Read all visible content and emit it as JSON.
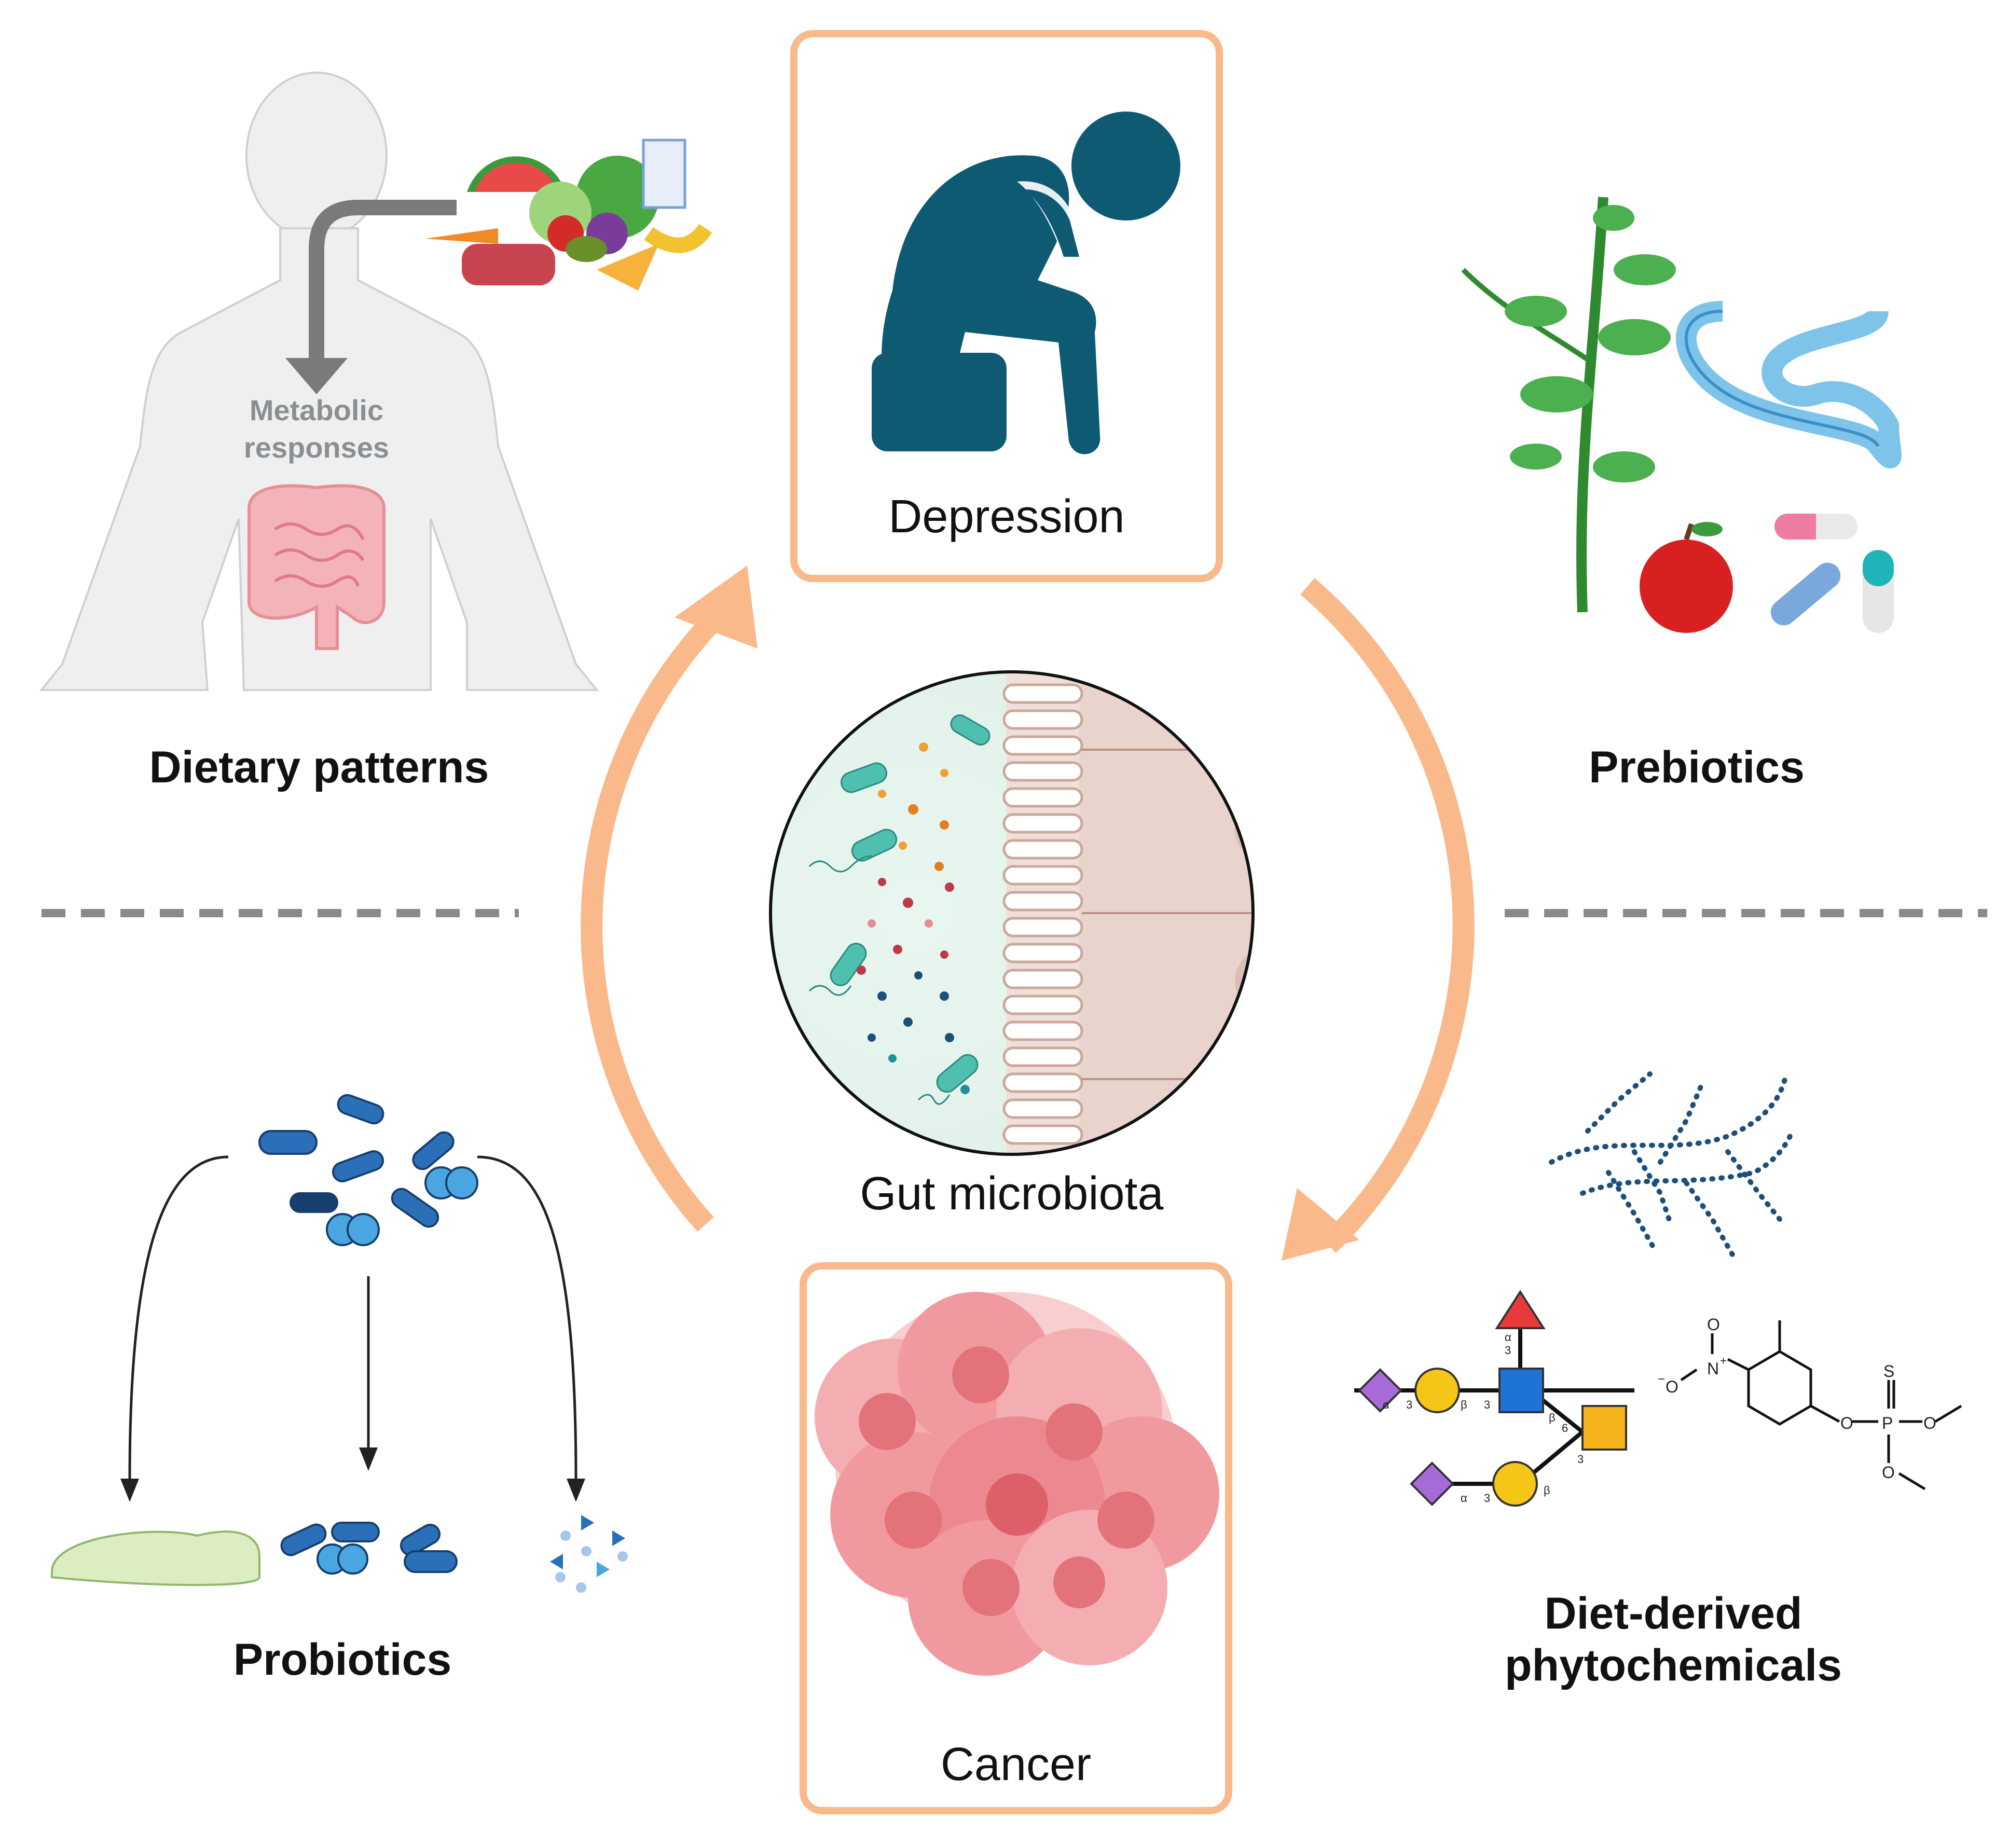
{
  "center": {
    "label": "Gut microbiota"
  },
  "boxes": {
    "top": {
      "label": "Depression"
    },
    "bottom": {
      "label": "Cancer"
    }
  },
  "quadrants": {
    "top_left": {
      "title": "Dietary patterns",
      "sub_line1": "Metabolic",
      "sub_line2": "responses"
    },
    "top_right": {
      "title": "Prebiotics"
    },
    "bottom_left": {
      "title": "Probiotics"
    },
    "bottom_right": {
      "title_line1": "Diet-derived",
      "title_line2": "phytochemicals"
    }
  },
  "glycan": {
    "alpha": "α",
    "beta": "β",
    "three": "3",
    "six": "6"
  },
  "molecule": {
    "O": "O",
    "S": "S",
    "P": "P",
    "N_plus": "N",
    "plus": "+",
    "minus": "−"
  },
  "colors": {
    "accent_orange": "#f9b98b",
    "depression_teal": "#0e5a73",
    "microbe_blue": "#2a6fb8",
    "cancer_pink": "#e4727a",
    "divider_gray": "#8a8a8a"
  },
  "icons": [
    "human-silhouette-icon",
    "food-group-icon",
    "intestine-icon",
    "plant-icon",
    "nematode-icon",
    "apple-icon",
    "capsule-icon",
    "sad-person-icon",
    "gut-lumen-icon",
    "cancer-cells-icon",
    "bacteria-icon",
    "polysaccharide-icon",
    "glycan-icon",
    "chemical-structure-icon"
  ]
}
